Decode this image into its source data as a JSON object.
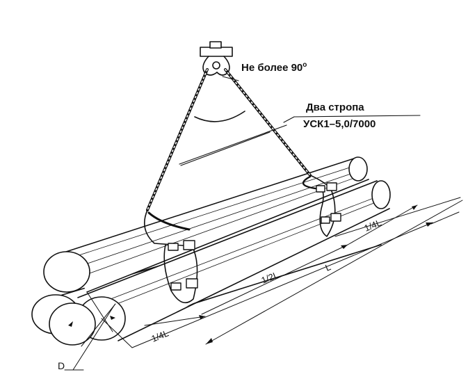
{
  "annotations": {
    "max_angle": "Не более 90",
    "degree": "o",
    "slings_title": "Два стропа",
    "slings_model": "УСК1–5,0/7000"
  },
  "dimensions": {
    "quarter_left": "1/4L",
    "half": "1/2L",
    "length": "L",
    "quarter_right": "1/4L",
    "diameter": "D"
  },
  "colors": {
    "line": "#111111",
    "pipe_fill": "#ffffff"
  }
}
